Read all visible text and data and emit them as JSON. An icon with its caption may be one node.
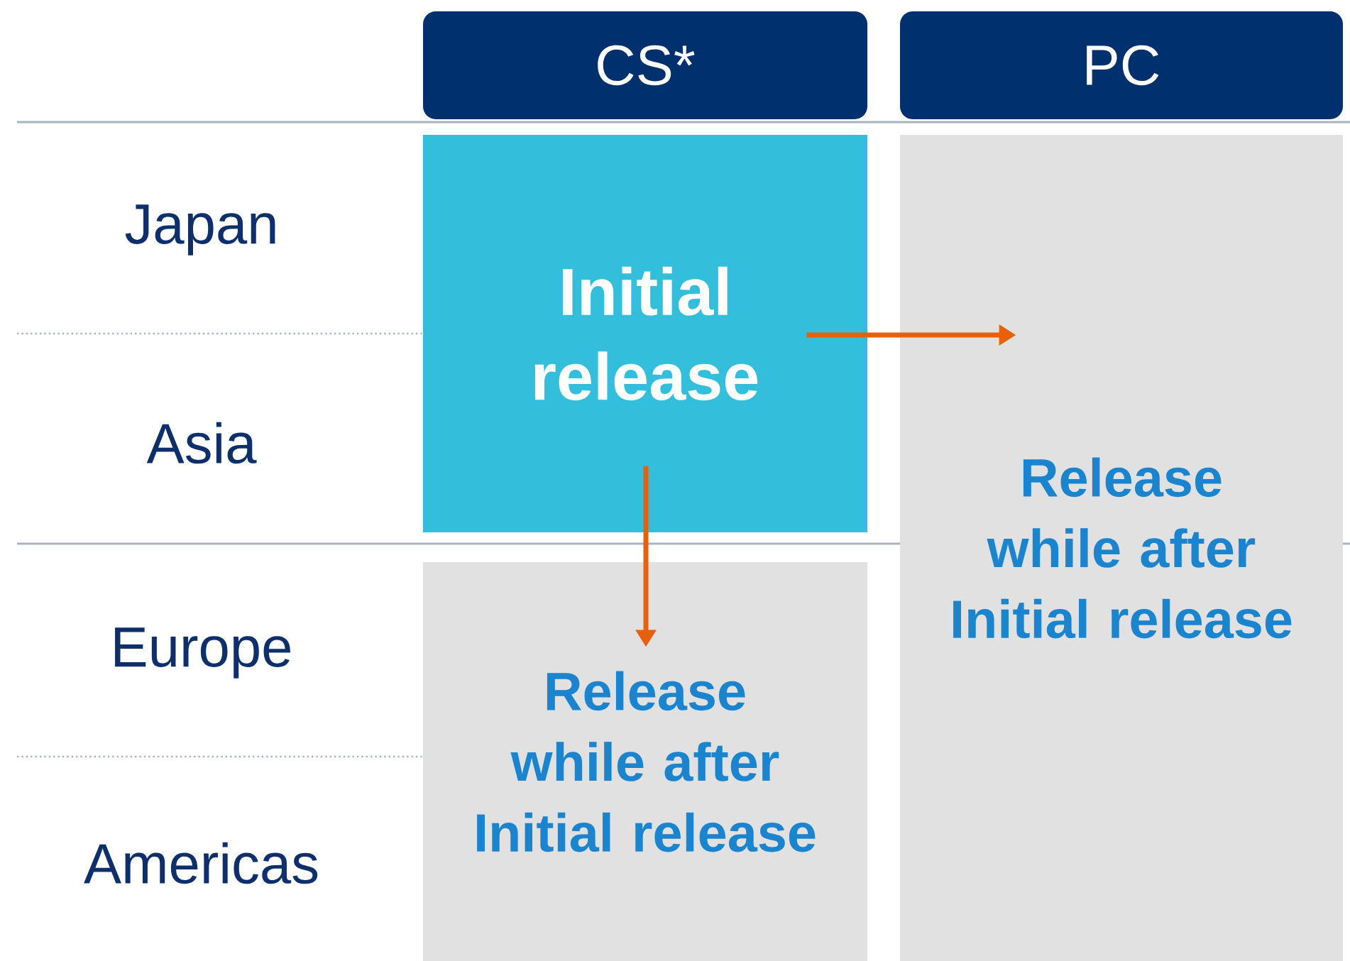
{
  "diagram": {
    "nodes": [
      {
        "text": [
          "CS*"
        ]
      },
      {
        "text": [
          "PC"
        ]
      },
      {
        "text": [
          "Initial release"
        ]
      },
      {
        "text": [
          "Release while after Initial release"
        ]
      },
      {
        "text": [
          "Release while after Initial release"
        ]
      }
    ],
    "edges": [
      {
        "from": 2,
        "to": 4,
        "arrow": "to"
      },
      {
        "from": 2,
        "to": 3,
        "arrow": "to"
      }
    ],
    "labels": [
      "Japan",
      "Asia",
      "Europe",
      "Americas"
    ]
  }
}
